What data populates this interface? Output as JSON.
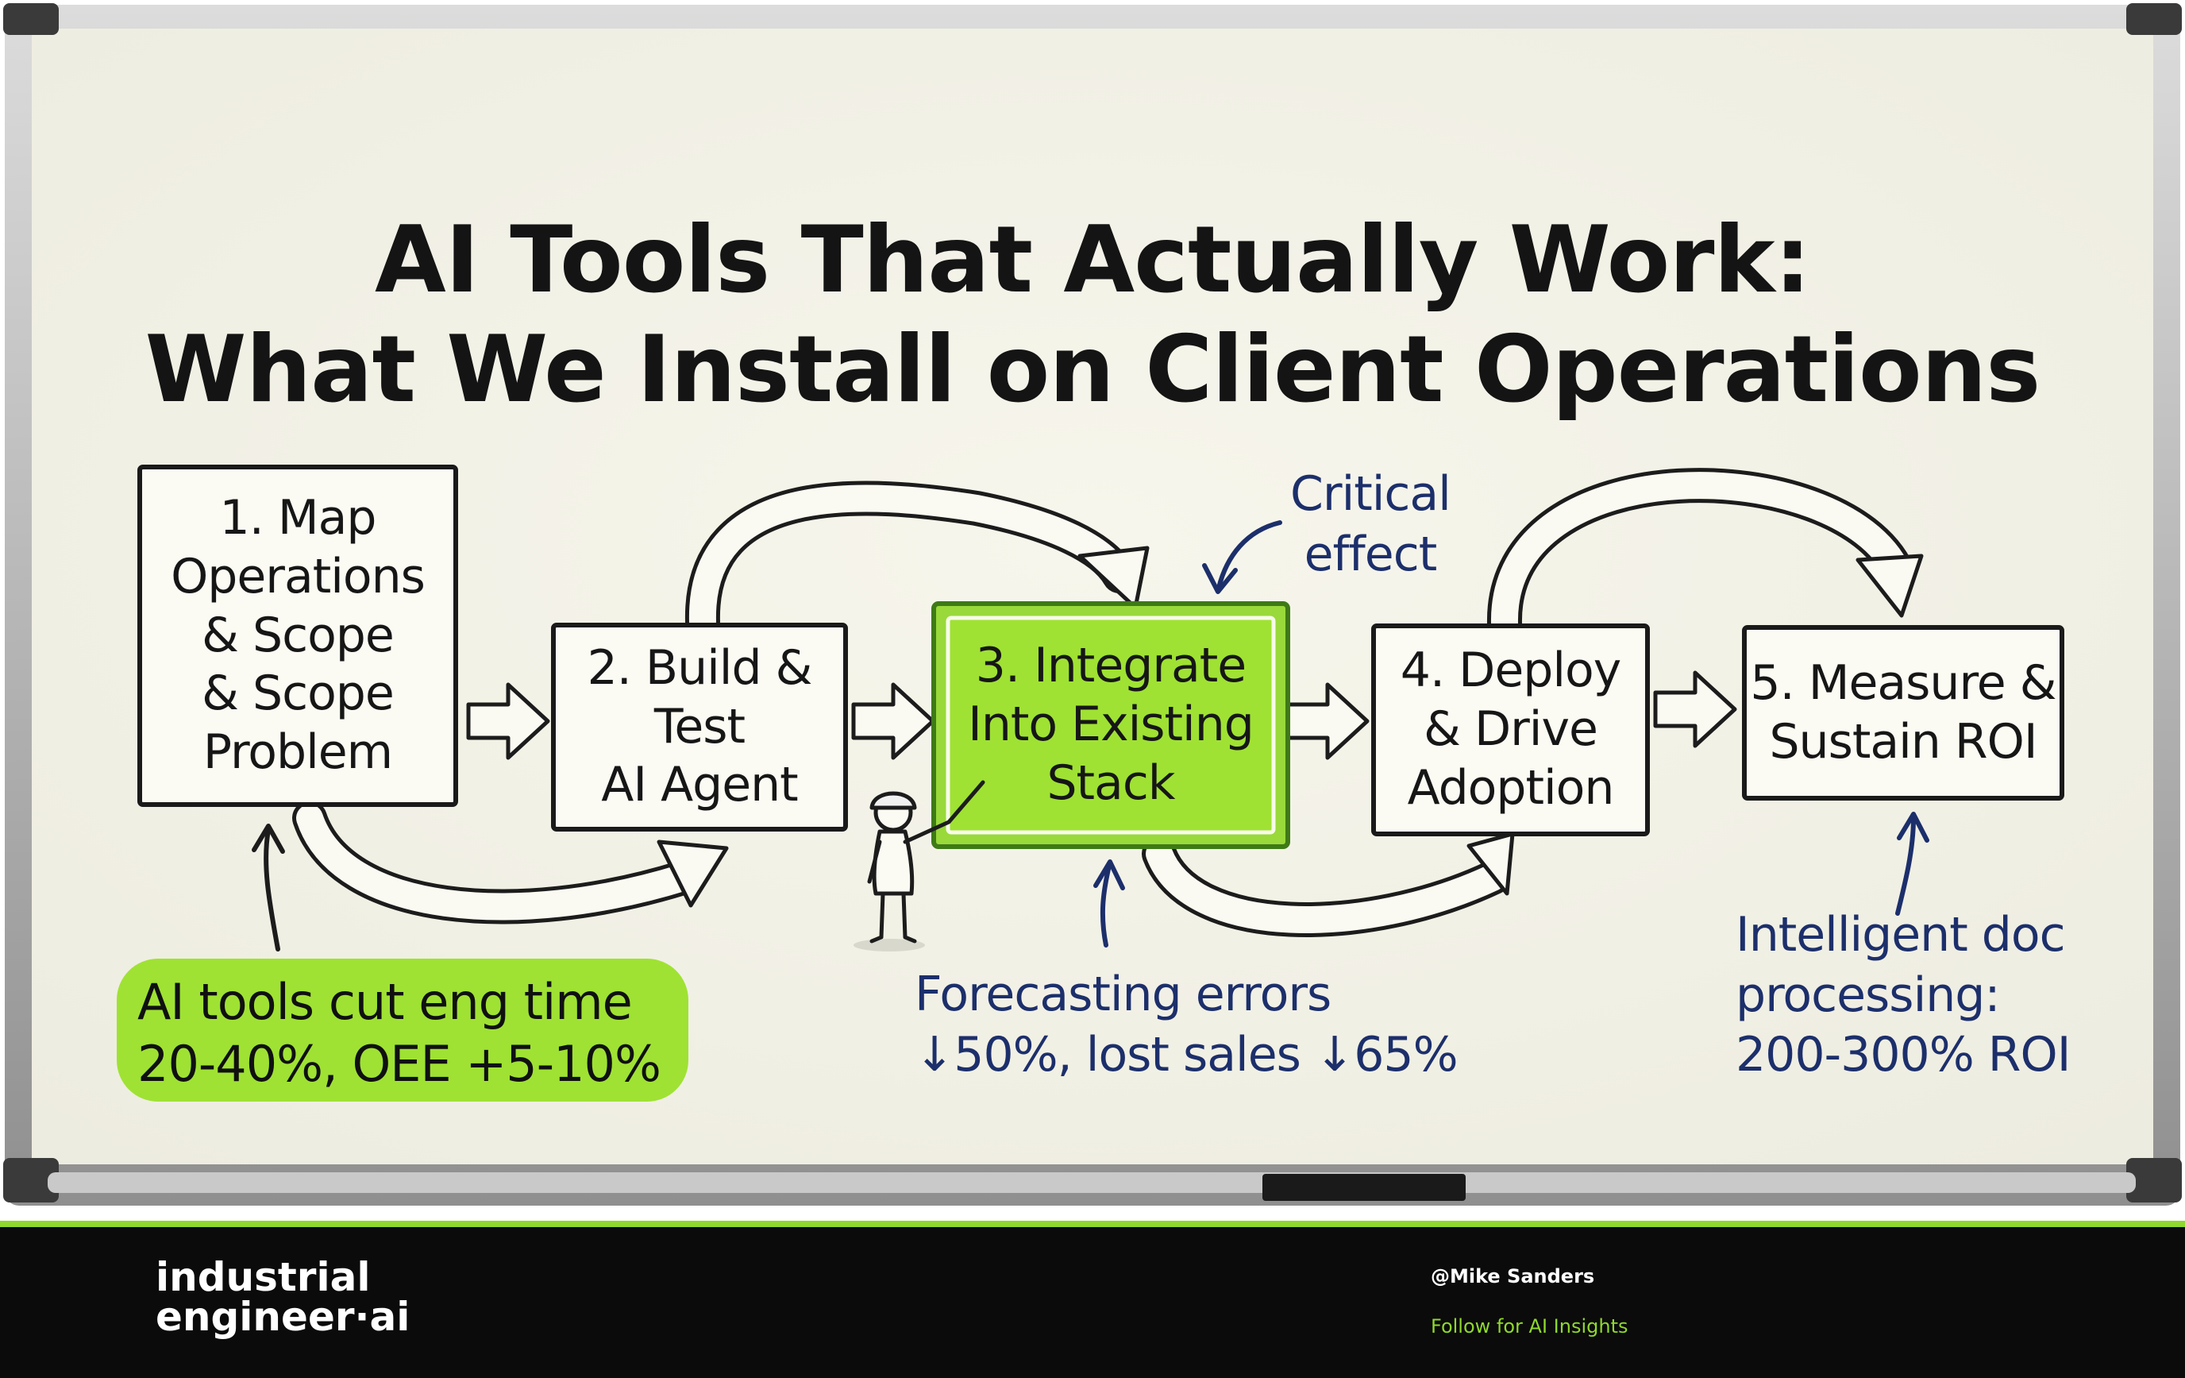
{
  "title": {
    "line1": "AI Tools That Actually Work:",
    "line2": "What We Install on Client Operations"
  },
  "steps": [
    {
      "label": "1. Map\nOperations\n& Scope\n& Scope\nProblem"
    },
    {
      "label": "2. Build &\nTest\nAI Agent"
    },
    {
      "label": "3. Integrate\nInto Existing\nStack"
    },
    {
      "label": "4. Deploy\n& Drive\nAdoption"
    },
    {
      "label": "5. Measure &\nSustain ROI"
    }
  ],
  "annotations": {
    "critical": "Critical\neffect",
    "forecasting": "Forecasting errors\n↓50%, lost sales ↓65%",
    "intelligent": "Intelligent doc\nprocessing:\n200-300% ROI"
  },
  "badge": {
    "text": "AI tools cut eng time\n20-40%, OEE +5-10%"
  },
  "footer": {
    "brand_line1": "industrial",
    "brand_line2": "engineer·ai",
    "handle": "@Mike Sanders",
    "tagline": "Follow for AI Insights"
  },
  "colors": {
    "board": "#f3f2e6",
    "accent_green": "#9fe233",
    "navy": "#1c2f6b",
    "ink": "#161616",
    "footer_bg": "#0b0b0b"
  },
  "icons": [
    "brand-logo-icon",
    "worker-stick-figure-icon",
    "avatar-photo"
  ]
}
